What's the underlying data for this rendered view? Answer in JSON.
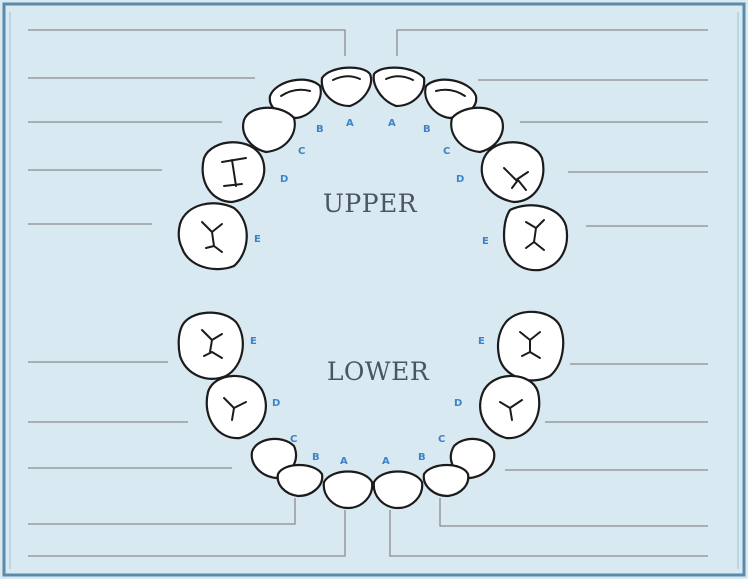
{
  "diagram": {
    "upper_label": "UPPER",
    "lower_label": "LOWER",
    "tooth_letters": [
      "A",
      "B",
      "C",
      "D",
      "E"
    ],
    "colors": {
      "background": "#d9e9f2",
      "frame": "#5b8ba8",
      "line": "#8c8c8c",
      "tooth_outline": "#1b1b1b",
      "letter": "#3f82c6"
    }
  }
}
